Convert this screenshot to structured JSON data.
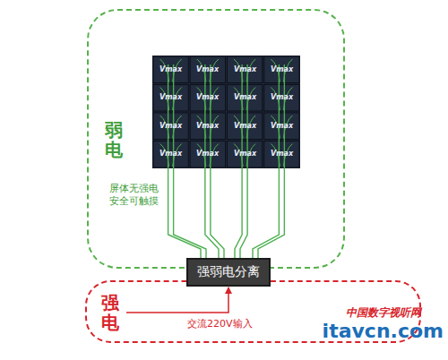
{
  "diagram": {
    "nodes": [
      {
        "text": [
          "弱电"
        ]
      },
      {
        "text": [
          "强电"
        ]
      },
      {
        "text": [
          "强弱电分离"
        ]
      }
    ],
    "edges": [
      {
        "from": 1,
        "to": 2,
        "arrow": "to",
        "label": "交流220V输入"
      }
    ],
    "labels": [
      "屏体无强电 安全可触摸",
      "Vmax",
      "Vmax",
      "Vmax",
      "Vmax",
      "Vmax",
      "Vmax",
      "Vmax",
      "Vmax",
      "Vmax",
      "Vmax",
      "Vmax",
      "Vmax",
      "Vmax",
      "Vmax",
      "Vmax",
      "Vmax",
      "中国数字视听网",
      "itavcn.com"
    ]
  }
}
